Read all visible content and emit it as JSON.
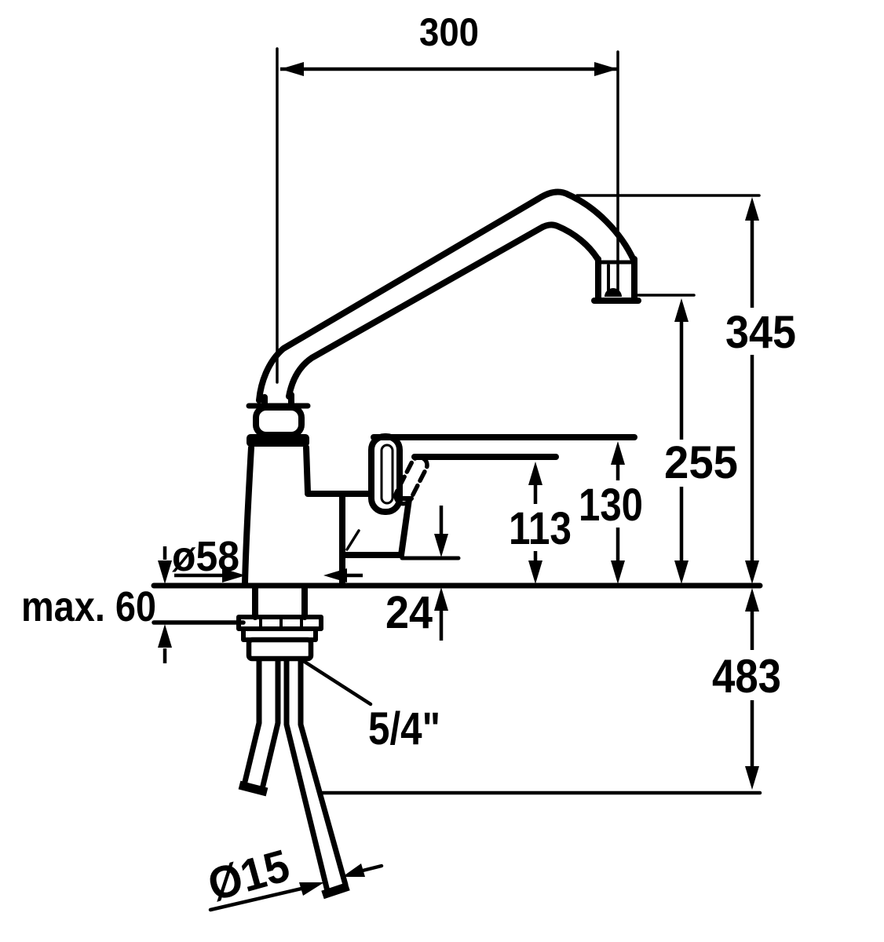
{
  "page": {
    "background": "#ffffff",
    "ink": "#000000"
  },
  "drawing": {
    "type": "technical-dimension-drawing",
    "subject": "single-lever kitchen mixer tap, side elevation with installation dimensions (mm)",
    "dimensions": {
      "spout_reach": "300",
      "height_to_spout_top": "345",
      "height_to_outlet": "255",
      "height_lever_top": "130",
      "height_lever_underside": "113",
      "body_underside_clearance": "24",
      "base_diameter": "ø58",
      "max_deck_thickness": "max. 60",
      "below_deck_length": "483",
      "thread_size": "5/4\"",
      "pipe_diameter": "Ø15"
    }
  }
}
